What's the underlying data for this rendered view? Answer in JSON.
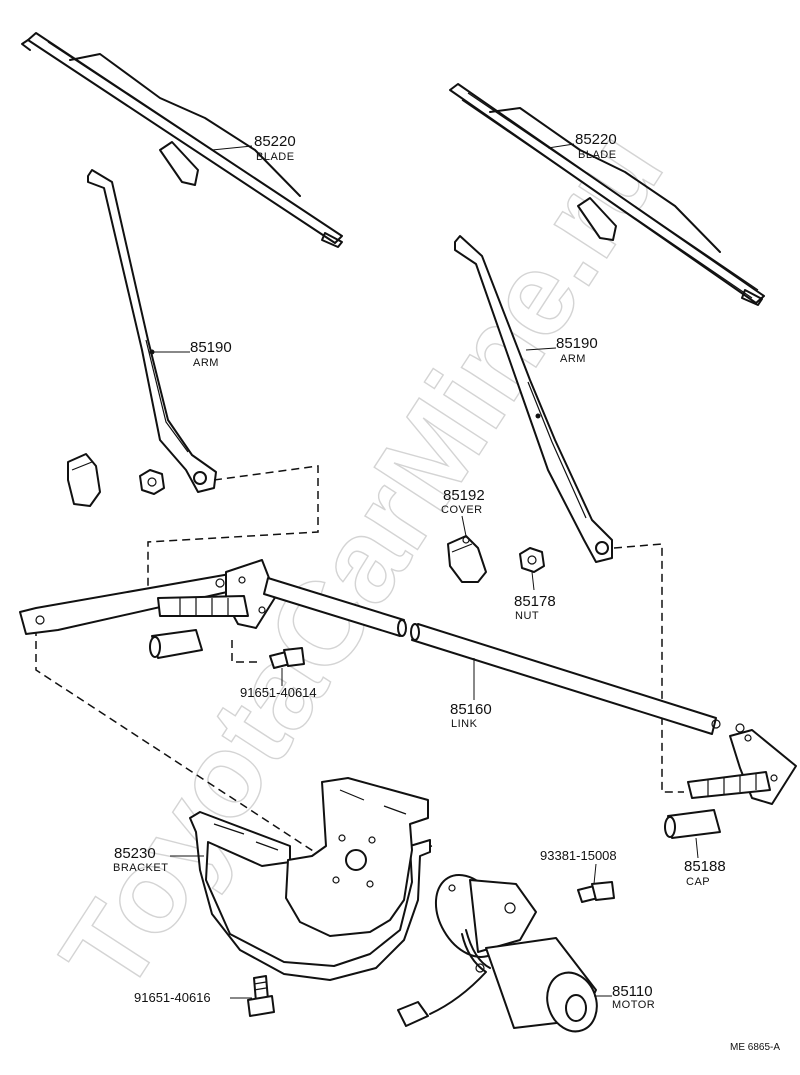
{
  "watermark": "ToyotaCarMine.ru",
  "parts": {
    "blade_left": {
      "number": "85220",
      "name": "BLADE"
    },
    "blade_right": {
      "number": "85220",
      "name": "BLADE"
    },
    "arm_left": {
      "number": "85190",
      "name": "ARM"
    },
    "arm_right": {
      "number": "85190",
      "name": "ARM"
    },
    "cover": {
      "number": "85192",
      "name": "COVER"
    },
    "nut": {
      "number": "85178",
      "name": "NUT"
    },
    "bolt_link": {
      "number": "91651-40614"
    },
    "link": {
      "number": "85160",
      "name": "LINK"
    },
    "bracket": {
      "number": "85230",
      "name": "BRACKET"
    },
    "bolt_motor": {
      "number": "93381-15008"
    },
    "cap": {
      "number": "85188",
      "name": "CAP"
    },
    "bolt_bracket": {
      "number": "91651-40616"
    },
    "motor": {
      "number": "85110",
      "name": "MOTOR"
    }
  },
  "reference": "ME  6865-A"
}
